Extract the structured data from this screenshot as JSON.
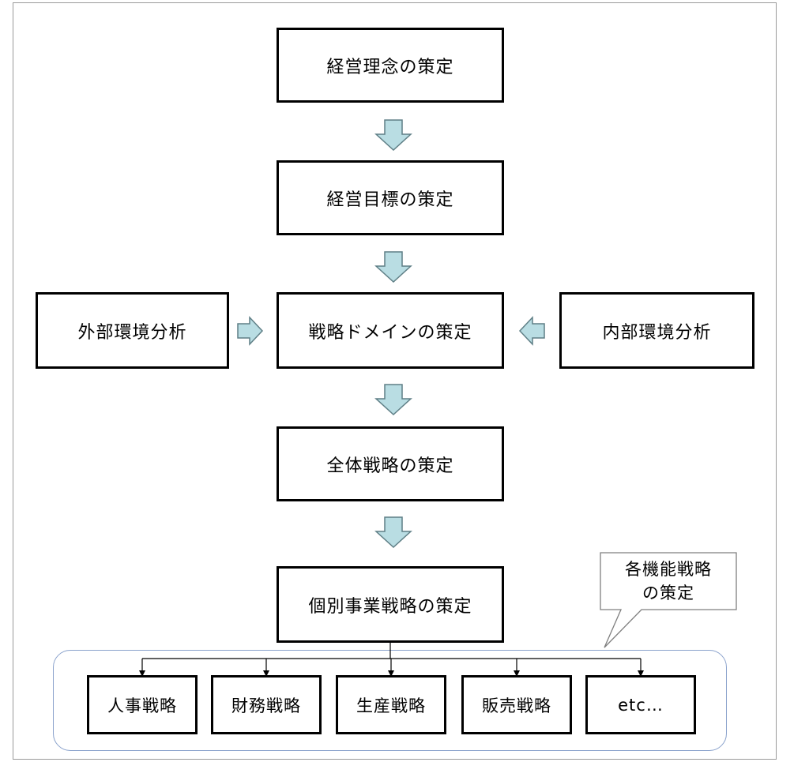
{
  "flow": {
    "philosophy": "経営理念の策定",
    "goals": "経営目標の策定",
    "domain": "戦略ドメインの策定",
    "external": "外部環境分析",
    "internal": "内部環境分析",
    "corporate": "全体戦略の策定",
    "business": "個別事業戦略の策定"
  },
  "callout": {
    "line1": "各機能戦略",
    "line2": "の策定"
  },
  "functions": [
    "人事戦略",
    "財務戦略",
    "生産戦略",
    "販売戦略",
    "etc…"
  ],
  "colors": {
    "arrow_fill": "#b9dde3",
    "arrow_stroke": "#5f7f86",
    "group_border": "#8aa2cc"
  }
}
